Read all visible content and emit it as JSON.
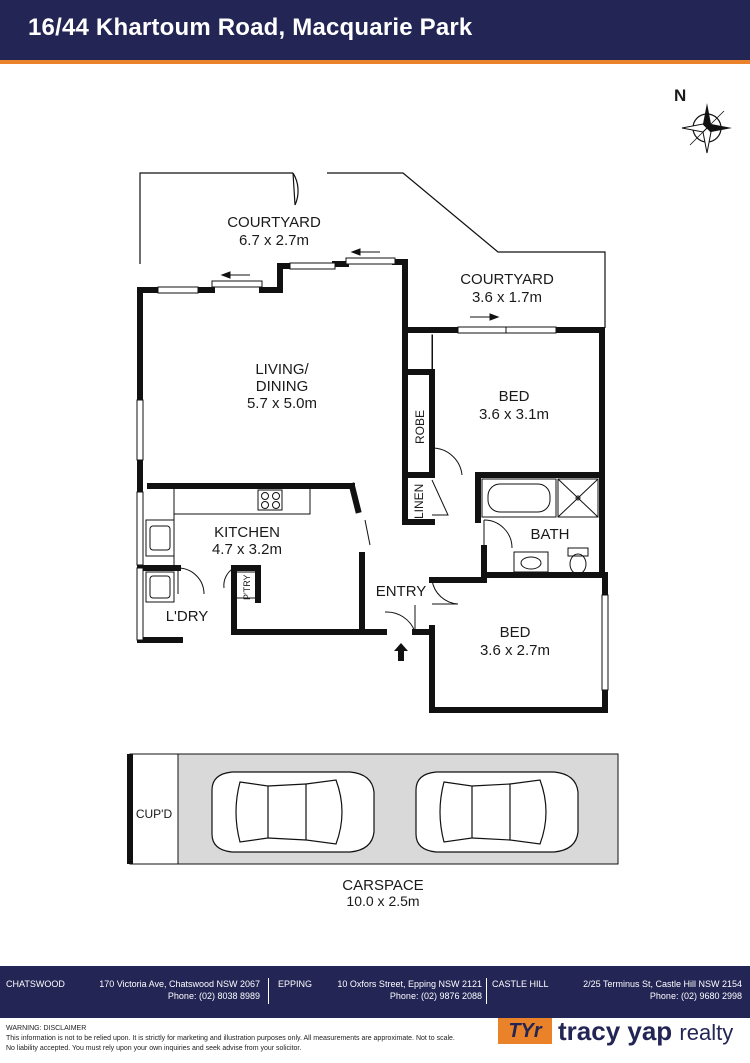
{
  "header": {
    "title": "16/44 Khartoum Road, Macquarie Park"
  },
  "compass": {
    "label": "N"
  },
  "rooms": {
    "courtyard_main": {
      "name": "COURTYARD",
      "size": "6.7 x 2.7m"
    },
    "courtyard_side": {
      "name": "COURTYARD",
      "size": "3.6 x 1.7m"
    },
    "living": {
      "name1": "LIVING/",
      "name2": "DINING",
      "size": "5.7 x 5.0m"
    },
    "bed1": {
      "name": "BED",
      "size": "3.6 x 3.1m"
    },
    "robe": {
      "name": "ROBE"
    },
    "linen": {
      "name": "LINEN"
    },
    "kitchen": {
      "name": "KITCHEN",
      "size": "4.7 x 3.2m"
    },
    "pantry": {
      "name": "P'TRY"
    },
    "laundry": {
      "name": "L'DRY"
    },
    "bath": {
      "name": "BATH"
    },
    "entry": {
      "name": "ENTRY"
    },
    "bed2": {
      "name": "BED",
      "size": "3.6 x 2.7m"
    },
    "cupboard": {
      "name": "CUP'D"
    },
    "carspace": {
      "name": "CARSPACE",
      "size": "10.0 x 2.5m"
    }
  },
  "footer": {
    "offices": [
      {
        "name": "CHATSWOOD",
        "address": "170 Victoria Ave, Chatswood NSW 2067",
        "phone": "Phone: (02) 8038 8989"
      },
      {
        "name": "EPPING",
        "address": "10 Oxfors Street, Epping NSW 2121",
        "phone": "Phone: (02) 9876 2088"
      },
      {
        "name": "CASTLE HILL",
        "address": "2/25 Terminus St, Castle Hill NSW 2154",
        "phone": "Phone: (02) 9680 2998"
      }
    ],
    "disclaimer_title": "WARNING: DISCLAIMER",
    "disclaimer_line1": "This information is not to be relied upon. It is strictly for marketing and illustration purposes only. All measurements are approximate. Not to scale.",
    "disclaimer_line2": "No liability accepted. You must rely upon your own inquiries and seek advise from your solicitor.",
    "logo_mark": "TYr",
    "logo_name": "tracy yap",
    "logo_suffix": "realty"
  },
  "colors": {
    "navy": "#232555",
    "orange": "#e98228",
    "wall": "#111111",
    "carspace": "#d9d9d9"
  }
}
